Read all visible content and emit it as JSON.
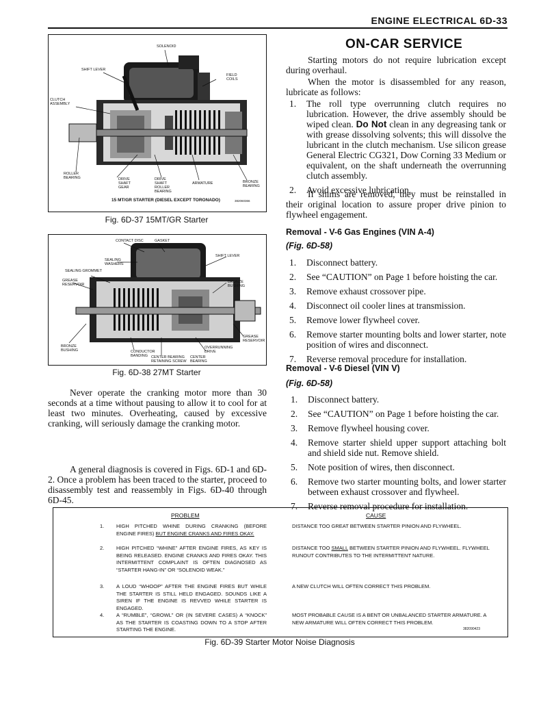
{
  "header": {
    "title": "ENGINE ELECTRICAL 6D-33"
  },
  "figure37": {
    "caption": "Fig. 6D-37 15MT/GR Starter",
    "inner_caption": "15 MT/GR STARTER (DIESEL EXCEPT TORONADO)",
    "part_number": "382060366",
    "labels": {
      "solenoid": "SOLENOID",
      "shift_lever": "SHIFT LEVER",
      "field_coils": "FIELD\nCOILS",
      "clutch_assembly": "CLUTCH\nASSEMBLY",
      "roller_bearing": "ROLLER\nBEARING",
      "drive_shaft_gear": "DRIVE\nSHAFT\nGEAR",
      "drive_shaft_roller_bearing": "DRIVE\nSHAFT\nROLLER\nBEARING",
      "armature": "ARMATURE",
      "bronze_bearing": "BRONZE\nBEARING"
    }
  },
  "figure38": {
    "caption": "Fig. 6D-38 27MT Starter",
    "labels": {
      "contact_disc": "CONTACT DISC",
      "gasket": "GASKET",
      "sealing_washers": "SEALING\nWASHERS",
      "shift_lever": "SHIFT LEVER",
      "sealing_grommet": "SEALING GROMMET",
      "grease_reservoir_left": "GREASE\nRESERVOIR",
      "bronze_bushing_right": "BRONZE\nBUSHING",
      "grease_reservoir_right": "GREASE\nRESERVOIR",
      "bronze_bushing_left": "BRONZE\nBUSHING",
      "conductor_banding": "CONDUCTOR\nBANDING",
      "center_bearing_screw": "CENTER BEARING\nRETAINING SCREW",
      "center_bearing": "CENTER\nBEARING",
      "overrunning_drive": "OVERRUNNING\nDRIVE"
    }
  },
  "left_text": {
    "p1": "Never operate the cranking motor more than 30 seconds at a time without pausing to allow it to cool for at least two minutes. Overheating, caused by excessive cranking, will seriously damage the cranking motor.",
    "p2": "A general diagnosis is covered in Figs. 6D-1 and 6D-2. Once a problem has been traced to the starter, proceed to disassembly test and reassembly in Figs. 6D-40 through 6D-45."
  },
  "on_car": {
    "title": "ON-CAR SERVICE",
    "p1": "Starting motors do not require lubrication except during overhaul.",
    "p2": "When the motor is disassembled for any reason, lubricate as follows:",
    "item1_pre": "The roll type overrunning clutch requires no lubrication. However, the drive assembly should be wiped clean.",
    "item1_bold": "Do Not",
    "item1_post": "clean in any degreasing tank or with grease dissolving solvents; this will dissolve the lubricant in the clutch mechanism. Use silicon grease General Electric CG321, Dow Corning 33 Medium or equivalent, on the shaft underneath the overrunning clutch assembly.",
    "item2": "Avoid excessive lubrication.",
    "p3": "If shims are removed, they must be reinstalled in their original location to assure proper drive pinion to flywheel engagement.",
    "n1": "1.",
    "n2": "2."
  },
  "removal_gas": {
    "heading": "Removal - V-6 Gas Engines (VIN A-4)",
    "fig_ref": "(Fig. 6D-58)",
    "steps": [
      "Disconnect battery.",
      "See “CAUTION” on Page 1 before hoisting the car.",
      "Remove exhaust crossover pipe.",
      "Disconnect oil cooler lines at transmission.",
      "Remove lower flywheel cover.",
      "Remove starter mounting bolts and lower starter, note position of wires and disconnect.",
      "Reverse removal procedure for installation."
    ],
    "nums": [
      "1.",
      "2.",
      "3.",
      "4.",
      "5.",
      "6.",
      "7."
    ]
  },
  "removal_diesel": {
    "heading": "Removal - V-6 Diesel (VIN V)",
    "fig_ref": "(Fig. 6D-58)",
    "steps": [
      "Disconnect battery.",
      "See “CAUTION” on Page 1 before hoisting the car.",
      "Remove flywheel housing cover.",
      "Remove starter shield upper support attaching bolt and shield side nut. Remove shield.",
      "Note position of wires, then disconnect.",
      "Remove two starter mounting bolts, and lower starter between exhaust crossover and flywheel.",
      "Reverse removal procedure for installation."
    ],
    "nums": [
      "1.",
      "2.",
      "3.",
      "4.",
      "5.",
      "6.",
      "7."
    ]
  },
  "noise_table": {
    "caption": "Fig. 6D-39 Starter Motor Noise Diagnosis",
    "problem_header": "PROBLEM",
    "cause_header": "CAUSE",
    "code": "382090423",
    "rows": [
      {
        "num": "1.",
        "problem_pre": "HIGH PITCHED WHINE DURING CRANKING (BEFORE ENGINE FIRES)",
        "problem_u": "BUT ENGINE CRANKS AND FIRES OKAY.",
        "cause_pre": "DISTANCE TOO GREAT BETWEEN STARTER PINION AND FLYWHEEL.",
        "cause_u": "",
        "cause_post": ""
      },
      {
        "num": "2.",
        "problem_pre": "HIGH PITCHED “WHINE” AFTER ENGINE FIRES, AS KEY IS BEING RELEASED. ENGINE CRANKS AND FIRES OKAY. THIS INTERMITTENT COMPLAINT IS OFTEN DIAGNOSED AS “STARTER HANG-IN” OR “SOLENOID WEAK.”",
        "problem_u": "",
        "cause_pre": "DISTANCE TOO",
        "cause_u": "SMALL",
        "cause_post": "BETWEEN STARTER PINION AND FLYWHEEL. FLYWHEEL RUNOUT CONTRIBUTES TO THE INTERMITTENT NATURE."
      },
      {
        "num": "3.",
        "problem_pre": "A LOUD “WHOOP” AFTER THE ENGINE FIRES BUT WHILE THE STARTER IS STILL HELD ENGAGED. SOUNDS LIKE A SIREN IF THE ENGINE IS REVVED WHILE STARTER IS ENGAGED.",
        "problem_u": "",
        "cause_pre": "A NEW CLUTCH WILL OFTEN CORRECT THIS PROBLEM.",
        "cause_u": "",
        "cause_post": ""
      },
      {
        "num": "4.",
        "problem_pre": "A “RUMBLE”, “GROWL” OR (IN SEVERE CASES) A “KNOCK” AS THE STARTER IS COASTING DOWN TO A STOP AFTER STARTING THE ENGINE.",
        "problem_u": "",
        "cause_pre": "MOST PROBABLE CAUSE IS A BENT OR UNBALANCED STARTER ARMATURE. A NEW ARMATURE WILL OFTEN CORRECT THIS PROBLEM.",
        "cause_u": "",
        "cause_post": ""
      }
    ]
  }
}
